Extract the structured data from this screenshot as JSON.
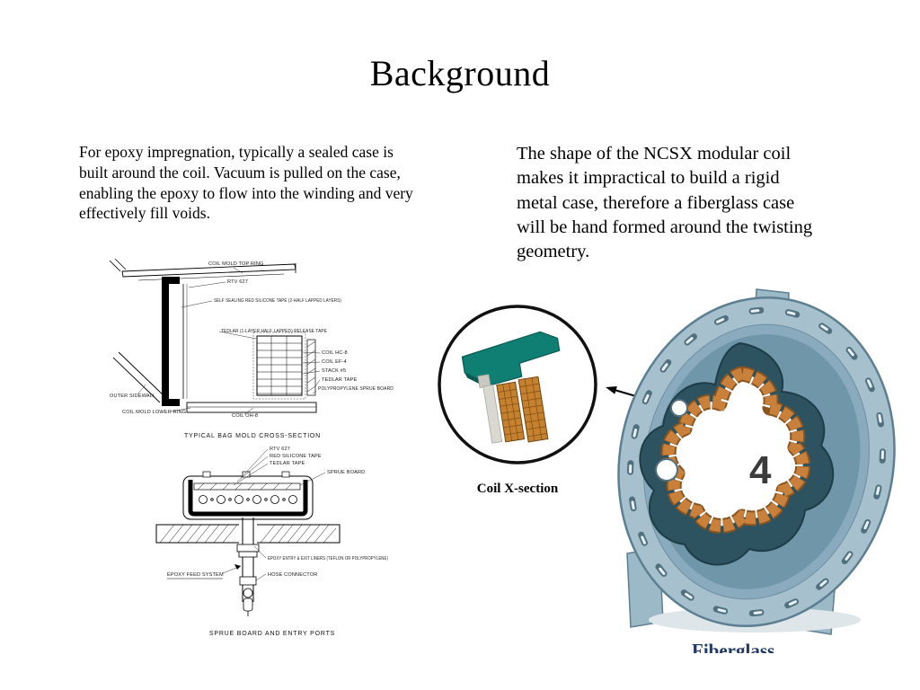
{
  "slide": {
    "title": "Background"
  },
  "paragraphs": {
    "left": "For epoxy impregnation, typically a sealed case is built around the coil. Vacuum is pulled on the case, enabling the epoxy to flow into the winding and very effectively fill voids.",
    "right": "The shape of the NCSX modular coil makes it impractical to build a rigid metal case, therefore a fiberglass case will be hand formed around the twisting geometry."
  },
  "bag_mold_diagram": {
    "caption": "TYPICAL BAG MOLD CROSS-SECTION",
    "labels": {
      "top_ring": "COIL MOLD TOP RING",
      "rtv": "RTV 627",
      "silicone_tape": "SELF SEALING RED SILICONE TAPE (2-HALF LAPPED LAYERS)",
      "release_tape": "TEDLAR (1-LAYER HALF LAPPED) RELEASE TAPE",
      "coil_hc": "COIL HC-8",
      "coil_ef": "COIL EF-4",
      "stack": "STACK #5",
      "tedlar": "TEDLAR TAPE",
      "sprue": "POLYPROPYLENE SPRUE BOARD",
      "outer_sidewall": "OUTER SIDEWALL",
      "lower_ring": "COIL MOLD LOWER RING",
      "coil_oh": "COIL OH-8"
    }
  },
  "sprue_diagram": {
    "caption": "SPRUE BOARD AND ENTRY PORTS",
    "labels": {
      "rtv": "RTV 627",
      "red_tape": "RED SILICONE TAPE",
      "tedlar": "TEDLAR TAPE",
      "sprue_board": "SPRUE BOARD",
      "liners": "EPOXY ENTRY & EXIT LINERS (TEFLON OR POLYPROPYLENE)",
      "hose": "HOSE CONNECTOR",
      "feed_system": "EPOXY FEED SYSTEM"
    }
  },
  "inset": {
    "caption": "Coil X-section"
  },
  "coil_figure": {
    "number": "4",
    "partial_caption": "Fiberglass"
  },
  "colors": {
    "teal": "#0f7f74",
    "copper": "#c5803a",
    "steel": "#a7c0ce",
    "dark_cavity": "#2c535f",
    "caption_navy": "#1f3864"
  }
}
